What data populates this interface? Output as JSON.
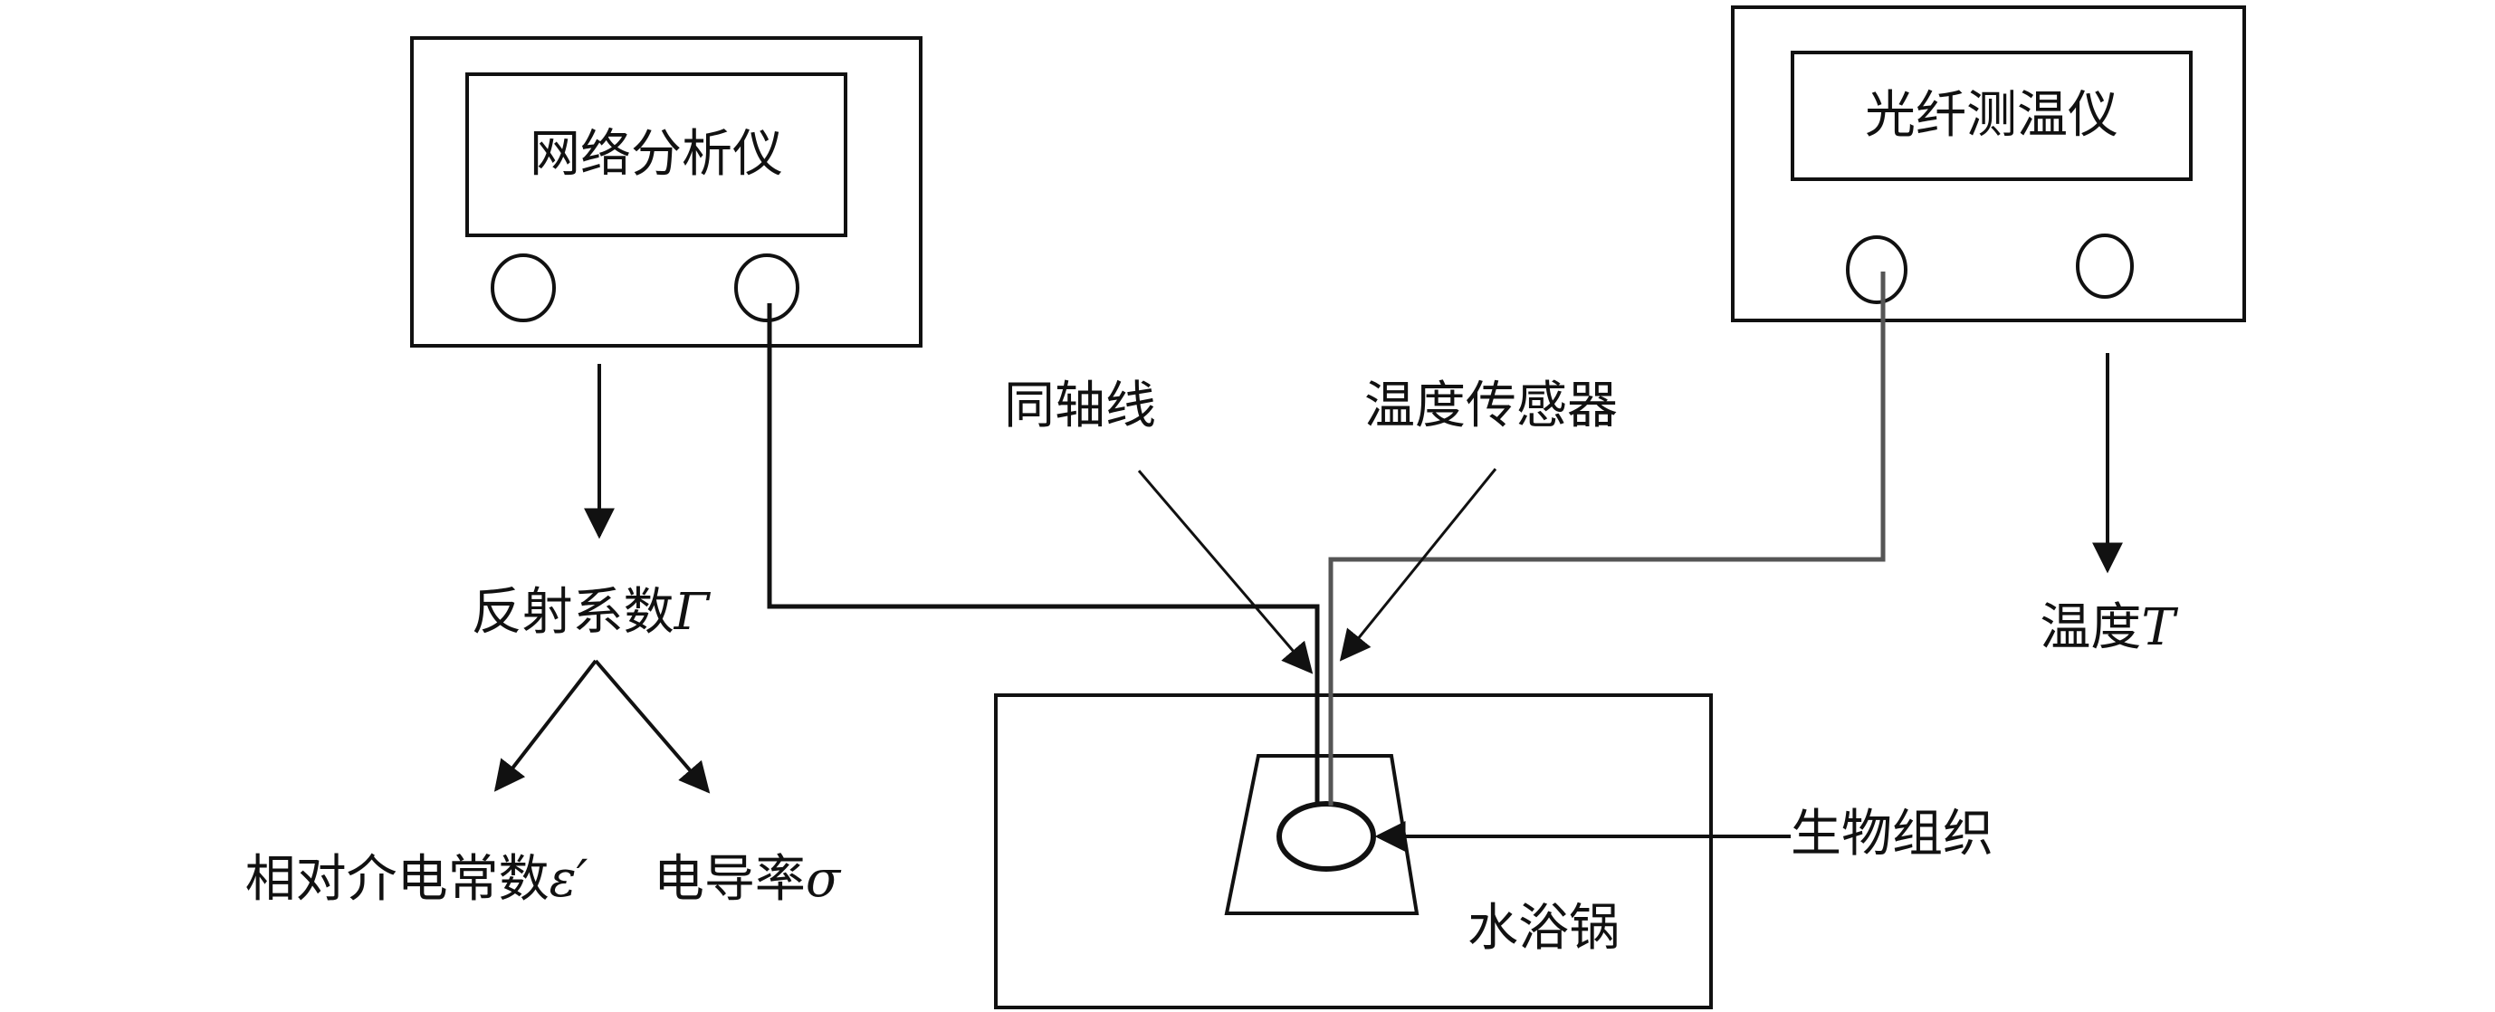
{
  "network_analyzer": {
    "label": "网络分析仪"
  },
  "fiber_thermometer": {
    "label": "光纤测温仪"
  },
  "labels": {
    "coax": "同轴线",
    "temp_sensor": "温度传感器",
    "reflection_prefix": "反射系数",
    "reflection_symbol": "Γ",
    "permittivity_prefix": "相对介电常数",
    "permittivity_symbol": "ε′",
    "conductivity_prefix": "电导率",
    "conductivity_symbol": "σ",
    "temperature_prefix": "温度",
    "temperature_symbol": "T",
    "tissue": "生物组织",
    "water_bath": "水浴锅"
  }
}
